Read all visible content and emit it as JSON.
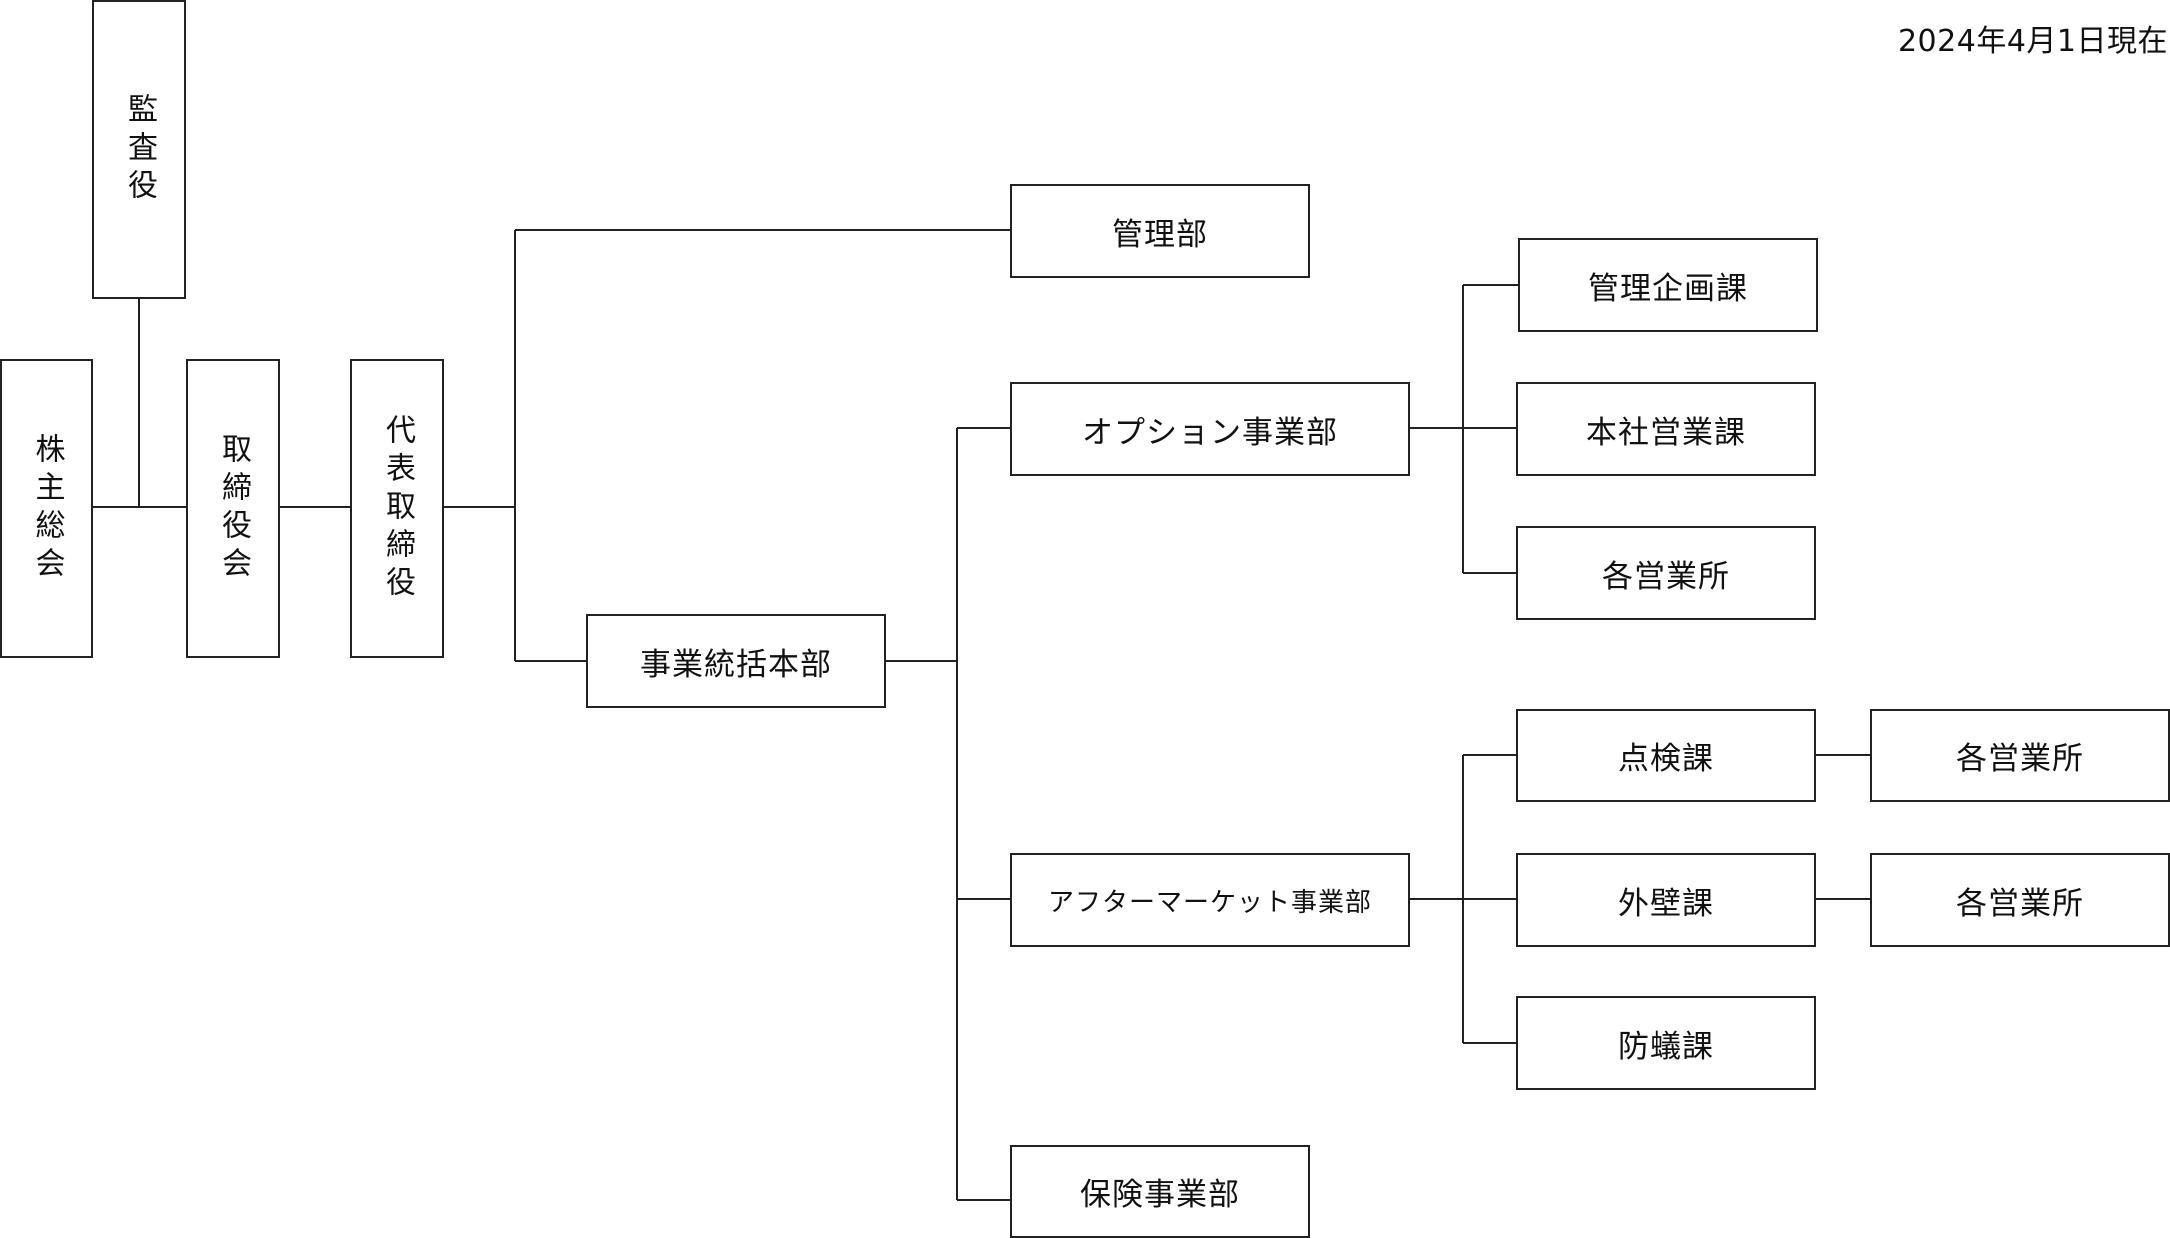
{
  "date": "2024年4月1日現在",
  "nodes": {
    "shareholders": "株主総会",
    "auditor": "監査役",
    "board": "取締役会",
    "president": "代表取締役",
    "admin_dept": "管理部",
    "business_hq": "事業統括本部",
    "option_div": "オプション事業部",
    "aftermarket_div": "アフターマーケット事業部",
    "insurance_div": "保険事業部",
    "mgmt_planning": "管理企画課",
    "hq_sales": "本社営業課",
    "option_offices": "各営業所",
    "inspection": "点検課",
    "inspection_offices": "各営業所",
    "exterior_wall": "外壁課",
    "exterior_offices": "各営業所",
    "termite": "防蟻課"
  }
}
